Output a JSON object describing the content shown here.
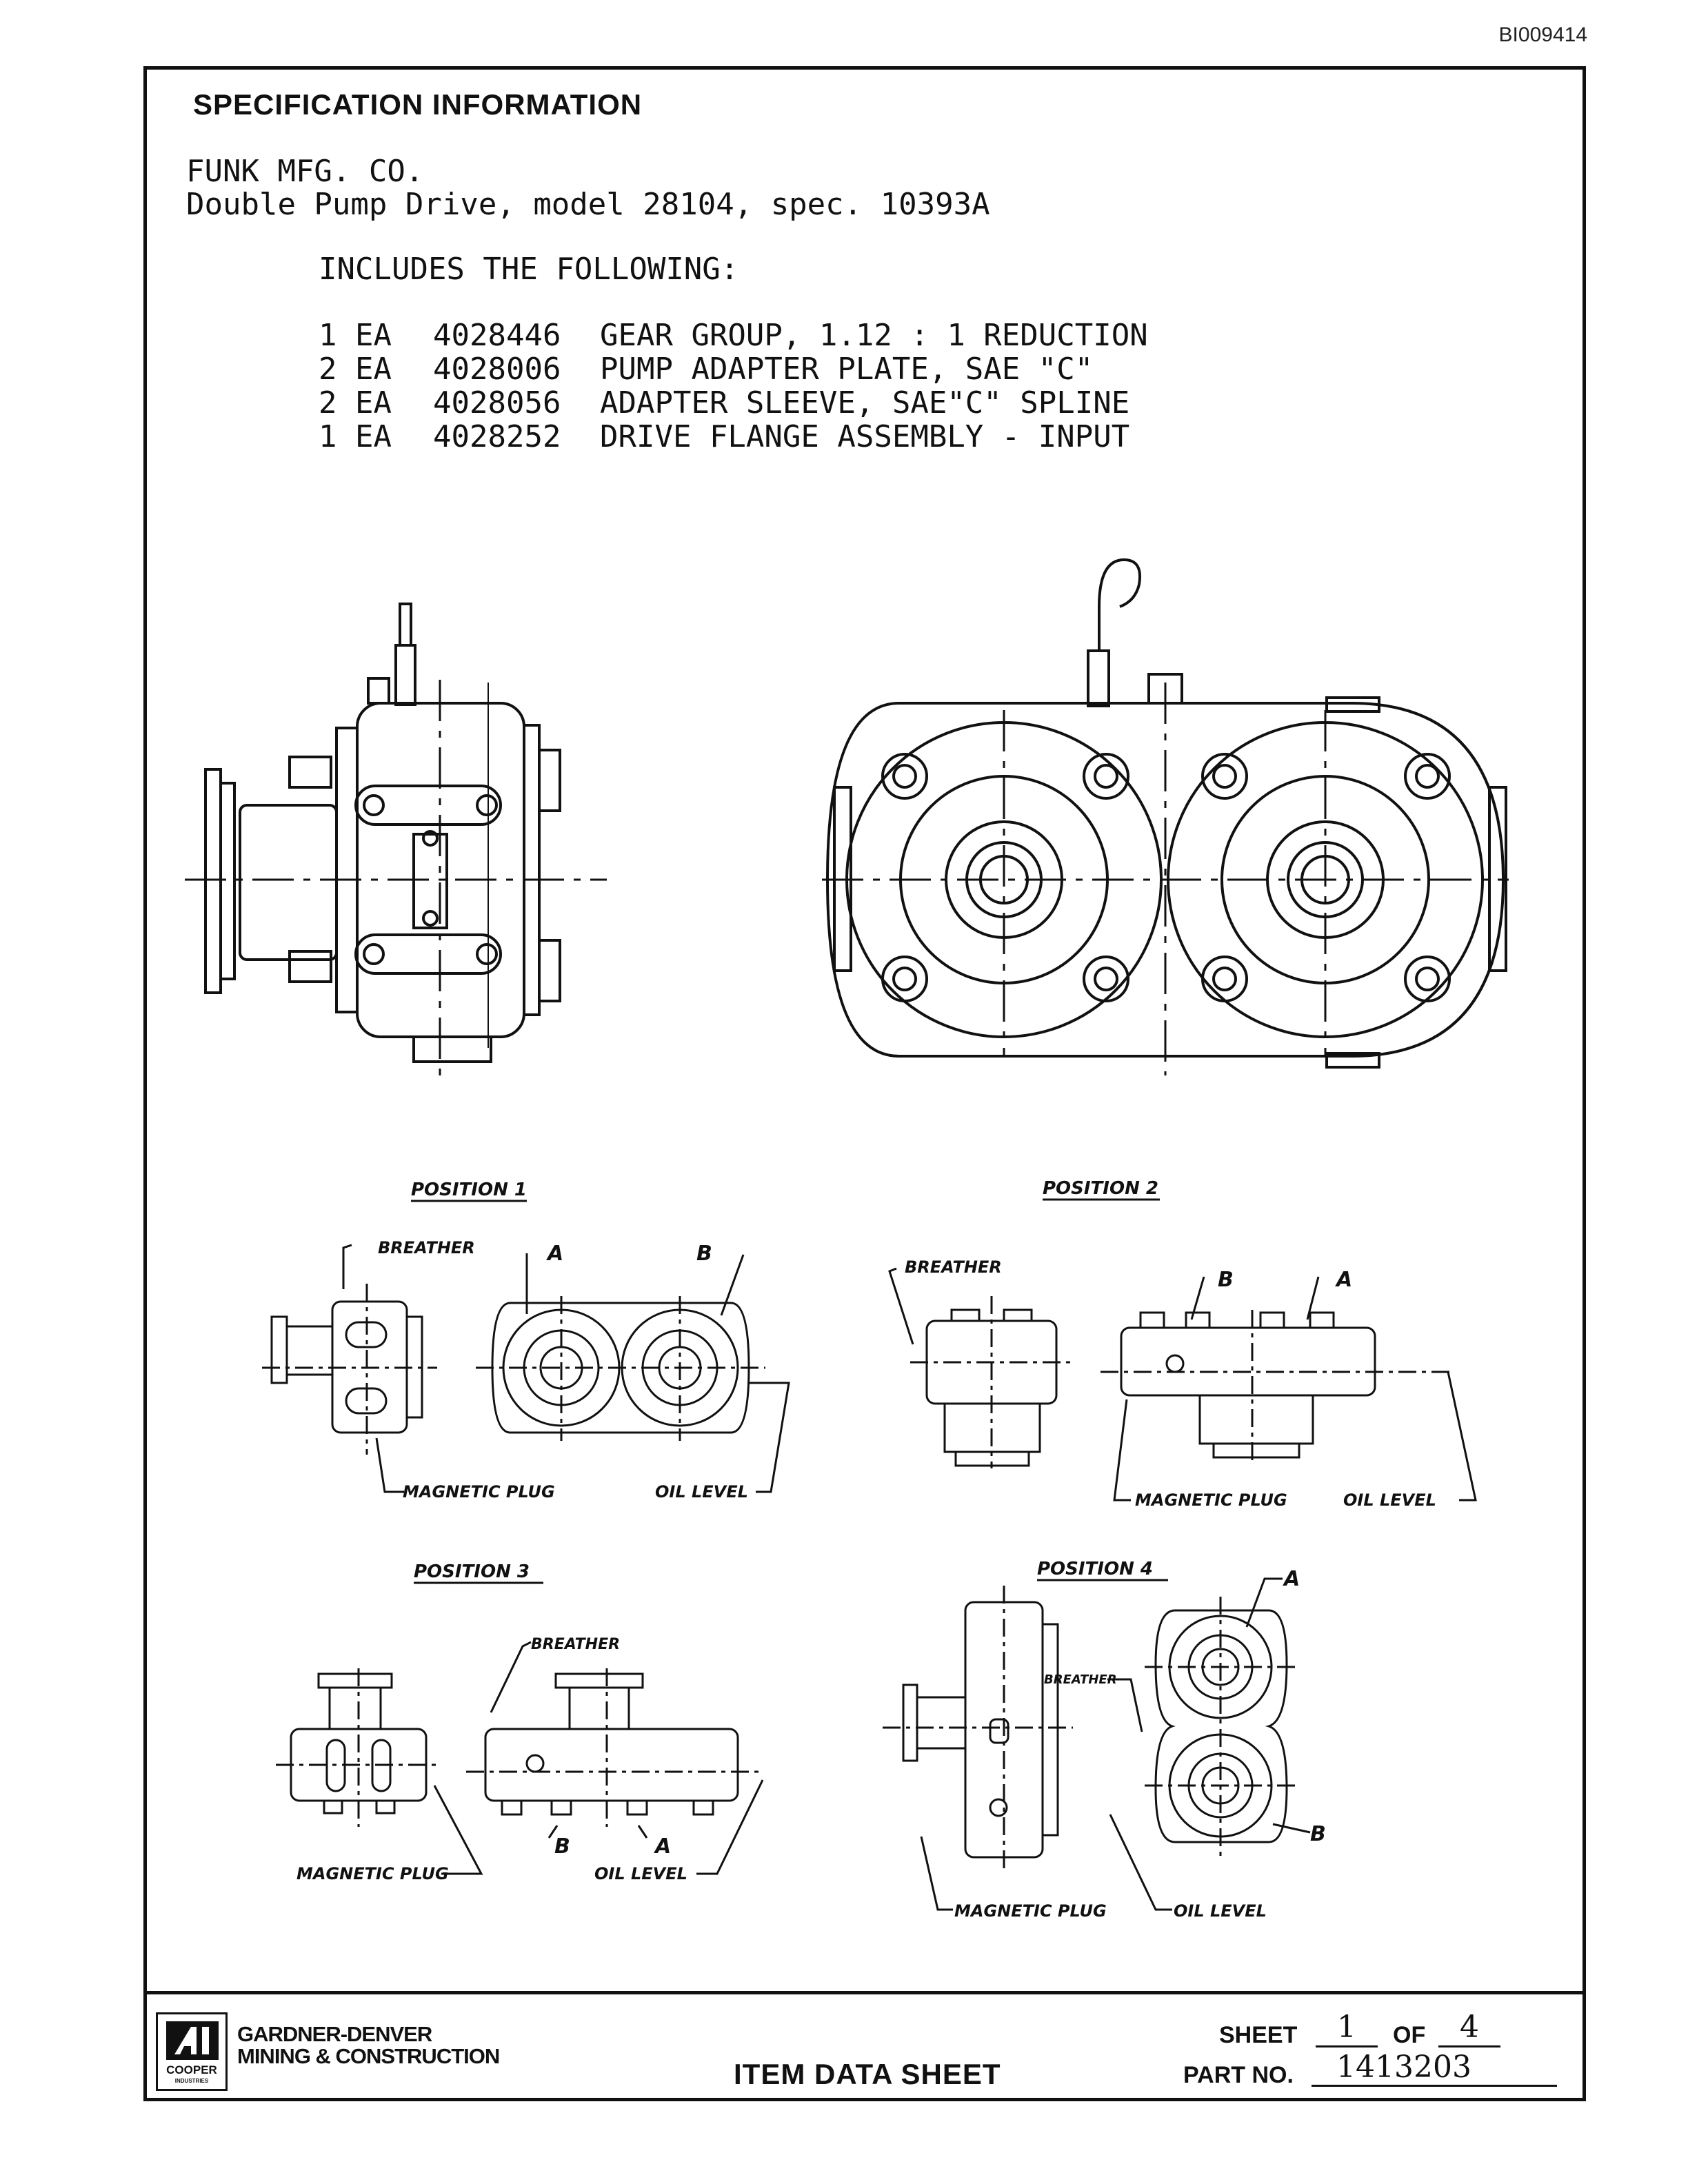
{
  "document_id": "BI009414",
  "header": {
    "title": "SPECIFICATION INFORMATION"
  },
  "spec": {
    "company": "FUNK MFG. CO.",
    "description": "Double Pump Drive, model 28104, spec. 10393A",
    "includes_label": "INCLUDES THE FOLLOWING:",
    "items": [
      {
        "qty": "1 EA",
        "part": "4028446",
        "description": "GEAR GROUP, 1.12 : 1 REDUCTION"
      },
      {
        "qty": "2 EA",
        "part": "4028006",
        "description": "PUMP ADAPTER PLATE, SAE \"C\""
      },
      {
        "qty": "2 EA",
        "part": "4028056",
        "description": "ADAPTER SLEEVE, SAE\"C\" SPLINE"
      },
      {
        "qty": "1 EA",
        "part": "4028252",
        "description": "DRIVE FLANGE ASSEMBLY - INPUT"
      }
    ]
  },
  "positions": [
    {
      "title": "POSITION 1",
      "labels": {
        "breather": "BREATHER",
        "a": "A",
        "b": "B",
        "magnetic_plug": "MAGNETIC PLUG",
        "oil_level": "OIL LEVEL"
      }
    },
    {
      "title": "POSITION 2",
      "labels": {
        "breather": "BREATHER",
        "a": "A",
        "b": "B",
        "magnetic_plug": "MAGNETIC PLUG",
        "oil_level": "OIL LEVEL"
      }
    },
    {
      "title": "POSITION 3",
      "labels": {
        "breather": "BREATHER",
        "a": "A",
        "b": "B",
        "magnetic_plug": "MAGNETIC PLUG",
        "oil_level": "OIL LEVEL"
      }
    },
    {
      "title": "POSITION 4",
      "labels": {
        "breather": "BREATHER",
        "a": "A",
        "b": "B",
        "magnetic_plug": "MAGNETIC PLUG",
        "oil_level": "OIL LEVEL"
      }
    }
  ],
  "footer": {
    "logo_text": "COOPER",
    "logo_subtext": "INDUSTRIES",
    "brand_line1": "GARDNER-DENVER",
    "brand_line2": "MINING & CONSTRUCTION",
    "document_type": "ITEM DATA SHEET",
    "sheet_label": "SHEET",
    "sheet_number": "1",
    "of_label": "OF",
    "sheet_total": "4",
    "part_no_label": "PART NO.",
    "part_no": "1413203"
  }
}
